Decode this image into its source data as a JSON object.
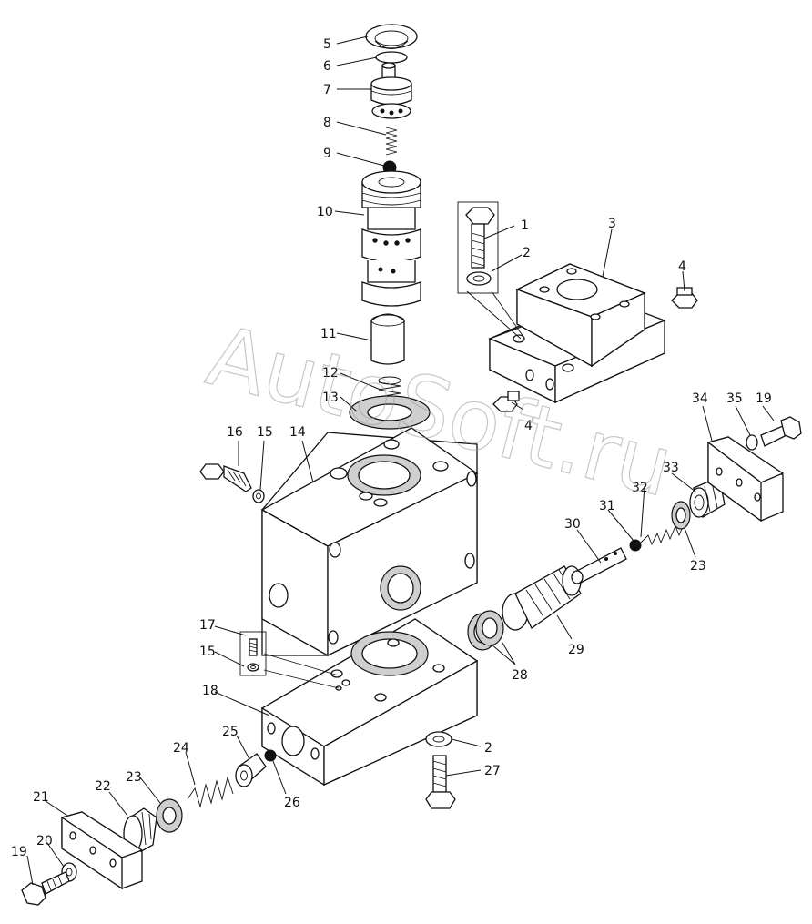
{
  "watermark": "AutoSoft.ru",
  "labels": {
    "l1": "1",
    "l2a": "2",
    "l2b": "2",
    "l3": "3",
    "l4a": "4",
    "l4b": "4",
    "l5": "5",
    "l6": "6",
    "l7": "7",
    "l8": "8",
    "l9": "9",
    "l10": "10",
    "l11": "11",
    "l12": "12",
    "l13": "13",
    "l14": "14",
    "l15a": "15",
    "l15b": "15",
    "l16": "16",
    "l17": "17",
    "l18": "18",
    "l19a": "19",
    "l19b": "19",
    "l20": "20",
    "l21": "21",
    "l22": "22",
    "l23a": "23",
    "l23b": "23",
    "l24": "24",
    "l25": "25",
    "l26": "26",
    "l27": "27",
    "l28": "28",
    "l29": "29",
    "l30": "30",
    "l31": "31",
    "l32": "32",
    "l33": "33",
    "l34": "34",
    "l35": "35"
  }
}
